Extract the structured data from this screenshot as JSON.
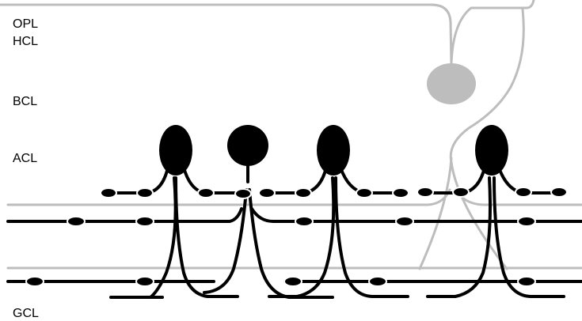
{
  "labels": {
    "opl": "OPL",
    "hcl": "HCL",
    "bcl": "BCL",
    "acl": "ACL",
    "gcl": "GCL"
  },
  "colors": {
    "amacrine_cell": "#000000",
    "bipolar_cell": "#bdbdbd",
    "background": "#ffffff"
  }
}
